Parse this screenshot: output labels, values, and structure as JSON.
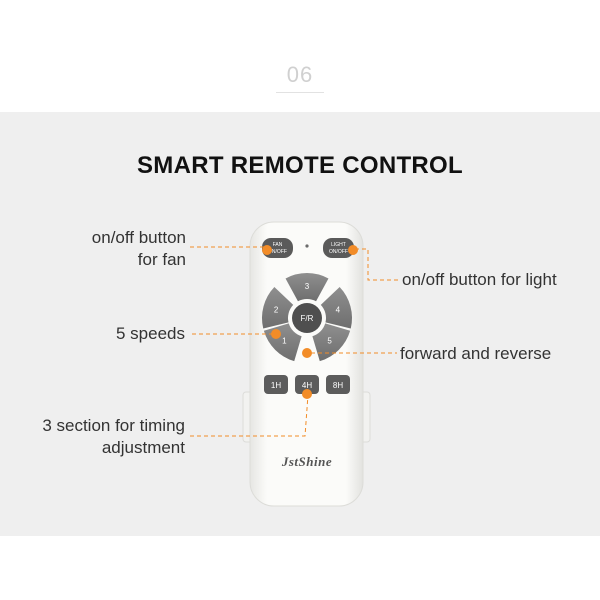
{
  "step_number": "06",
  "title": "SMART REMOTE CONTROL",
  "labels": {
    "fan_onoff_line1": "on/off button",
    "fan_onoff_line2": "for fan",
    "light_onoff": "on/off button for light",
    "speeds": "5 speeds",
    "forward_reverse": "forward and reverse",
    "timing_line1": "3 section for timing",
    "timing_line2": "adjustment"
  },
  "remote": {
    "fan_button": {
      "line1": "FAN",
      "line2": "ON/OFF"
    },
    "light_button": {
      "line1": "LIGHT",
      "line2": "ON/OFF"
    },
    "speed_buttons": [
      "1",
      "2",
      "3",
      "4",
      "5"
    ],
    "center_button": "F/R",
    "timer_buttons": [
      "1H",
      "4H",
      "8H"
    ],
    "brand": "JstShine"
  },
  "colors": {
    "accent": "#f28c28",
    "panel_bg": "#efefef",
    "remote_body": "#f7f7f5",
    "button_gray": "#7f7f7f",
    "dark_button": "#555555"
  }
}
